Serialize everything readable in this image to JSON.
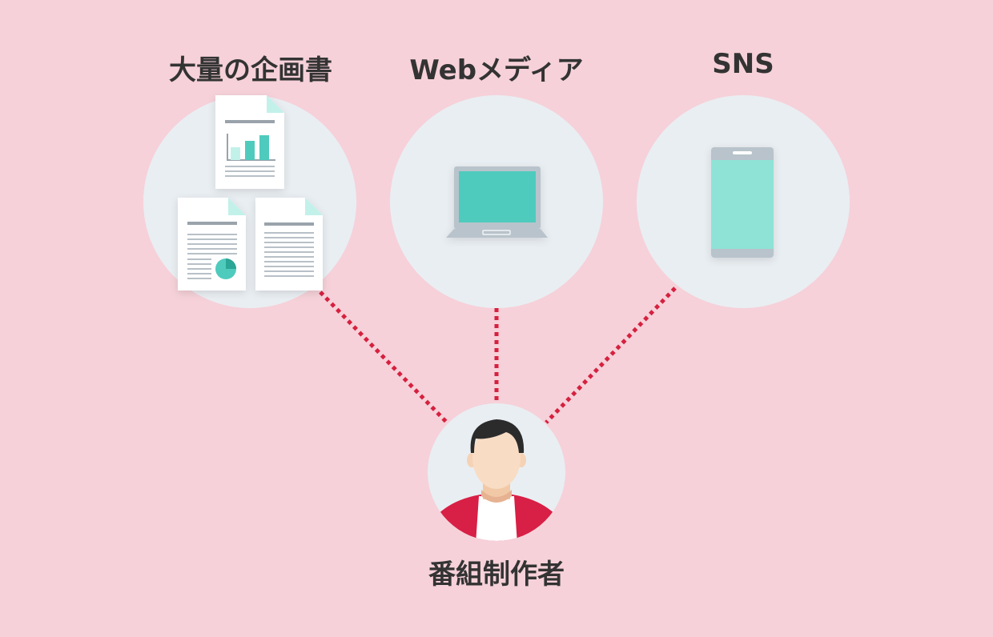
{
  "sources": [
    {
      "id": "proposals",
      "label": "大量の企画書",
      "icon": "documents-icon"
    },
    {
      "id": "web_media",
      "label": "Webメディア",
      "icon": "laptop-icon"
    },
    {
      "id": "sns",
      "label": "SNS",
      "icon": "smartphone-icon"
    }
  ],
  "producer": {
    "label": "番組制作者",
    "icon": "person-avatar-icon"
  },
  "colors": {
    "background": "#f6d1d9",
    "circle": "#e9eef2",
    "connector": "#d6203f",
    "accent": "#4fcbbd",
    "text": "#333333"
  }
}
